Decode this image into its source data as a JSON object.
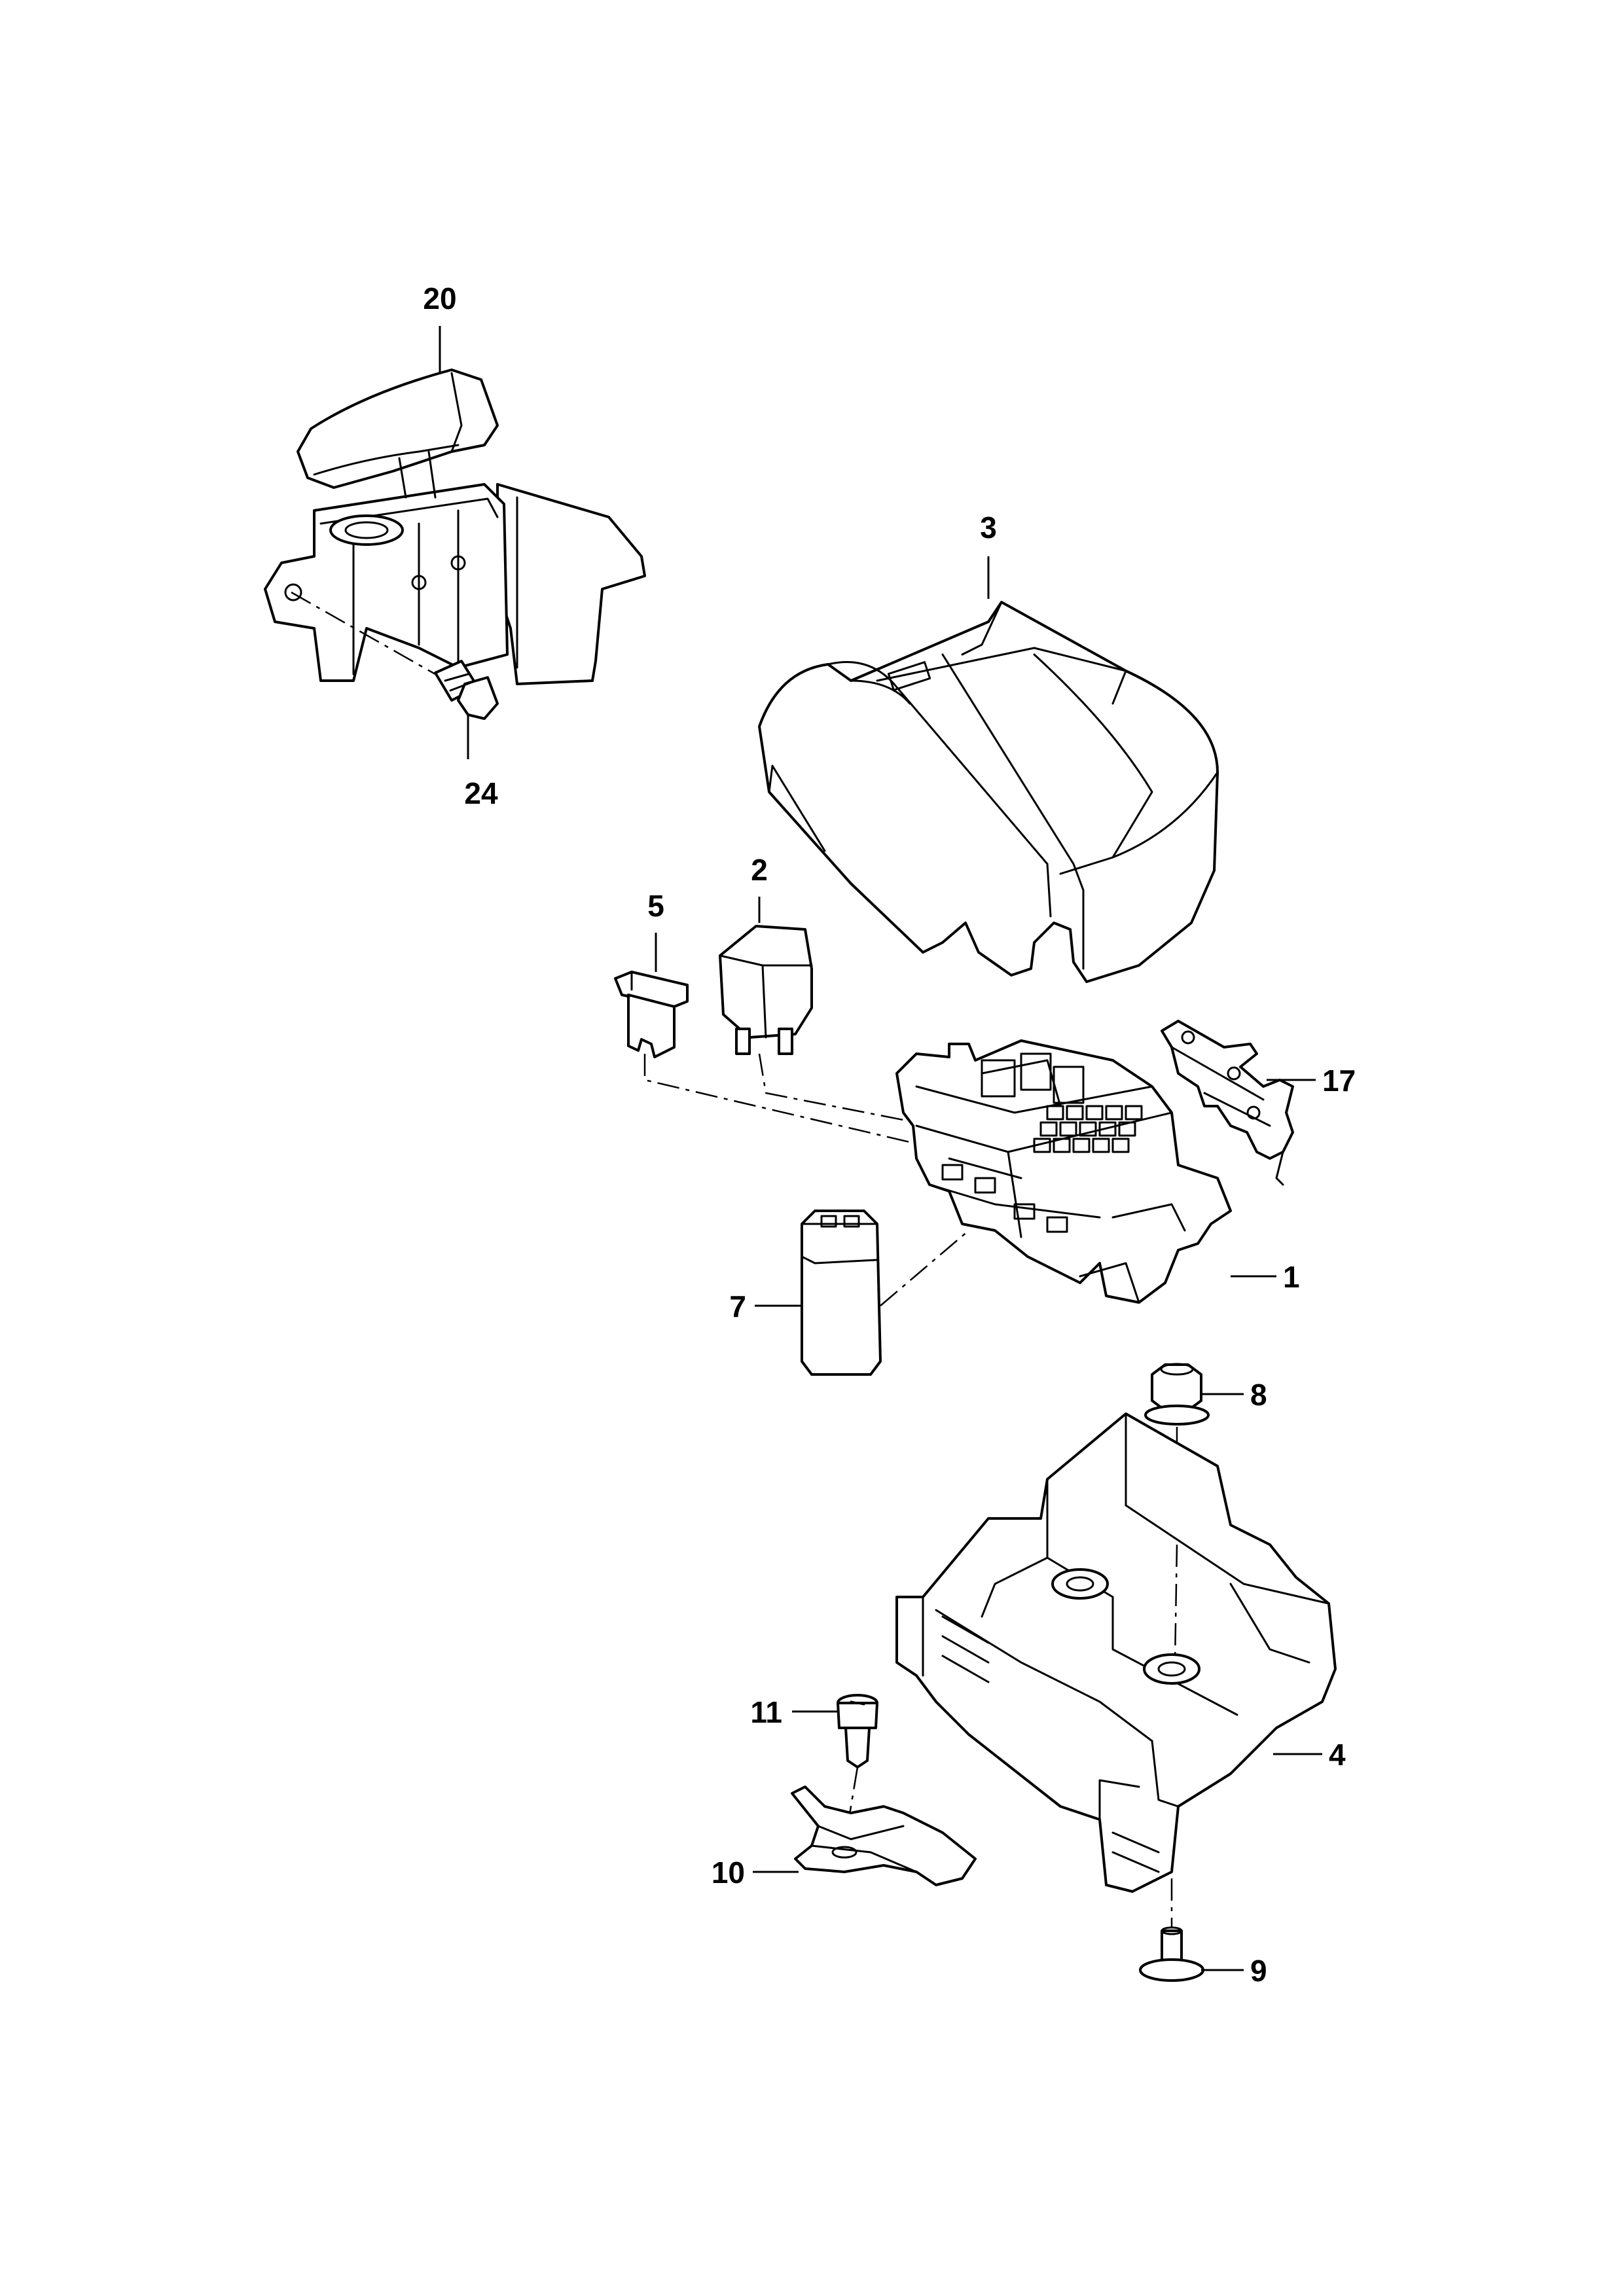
{
  "callouts": {
    "c1": "1",
    "c2": "2",
    "c3": "3",
    "c4": "4",
    "c5": "5",
    "c7": "7",
    "c8": "8",
    "c9": "9",
    "c10": "10",
    "c11": "11",
    "c17": "17",
    "c20": "20",
    "c24": "24"
  },
  "colors": {
    "line": "#000000",
    "background": "#ffffff"
  }
}
